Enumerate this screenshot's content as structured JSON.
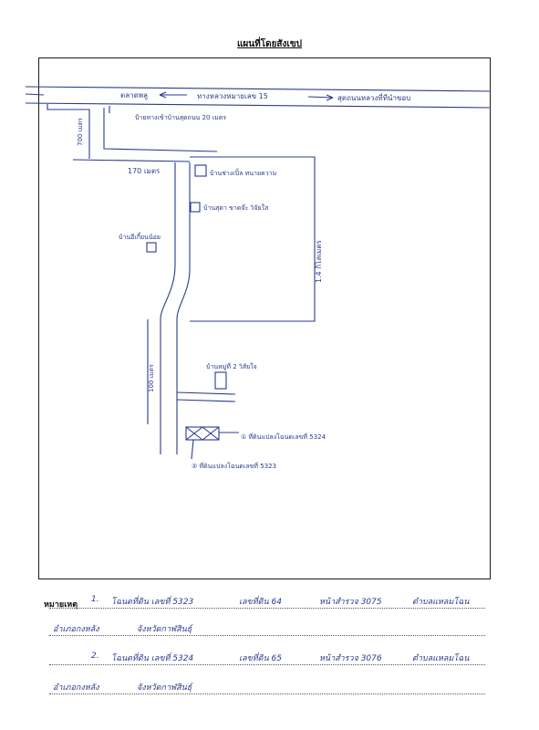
{
  "title": "แผนที่โดยสังเขป",
  "map": {
    "labels": {
      "direction_left": "ตลาดพลู",
      "road_name": "ทางหลวงหมายเลข 15",
      "direction_right": "สุดถนนหลวงที่ทีนำขอบ",
      "landmark_entrance": "ป้ายทางเข้าบ้านสุดถนน 20 เมตร",
      "dist_left_vertical": "700 เมตร",
      "dist_horizontal": "170 เมตร",
      "house_1": "บ้านช่างเปิ้ล ทนายความ",
      "house_2": "บ้านสุดา ขาดจ๊ะ วิจัยใส",
      "house_3": "บ้านอีเกี้ยนน้อย",
      "dist_right_vertical": "1.4 กิโลเมตร",
      "house_4": "บ้านหมู่ที่ 2 วิสัยใจ",
      "dist_mid_vertical": "100 เมตร",
      "parcel_1": "① ที่ดินแปลงโฉนดเลขที่ 5324",
      "parcel_2": "② ที่ดินแปลงโฉนดเลขที่ 5323"
    }
  },
  "remarks": {
    "label": "หมายเหตุ",
    "lines": [
      {
        "a": "1.",
        "b": "โฉนดที่ดิน เลขที่ 5323",
        "c": "เลขที่ดิน 64",
        "d": "หน้าสำรวจ 3075",
        "e": "ตำบลแหลมโฉน"
      },
      {
        "a": "อำเภอกงหลัง",
        "b": "จังหวัดกาฬสินธุ์"
      },
      {
        "a": "2.",
        "b": "โฉนดที่ดิน เลขที่ 5324",
        "c": "เลขที่ดิน 65",
        "d": "หน้าสำรวจ 3076",
        "e": "ตำบลแหลมโฉน"
      },
      {
        "a": "อำเภอกงหลัง",
        "b": "จังหวัดกาฬสินธุ์"
      }
    ]
  }
}
